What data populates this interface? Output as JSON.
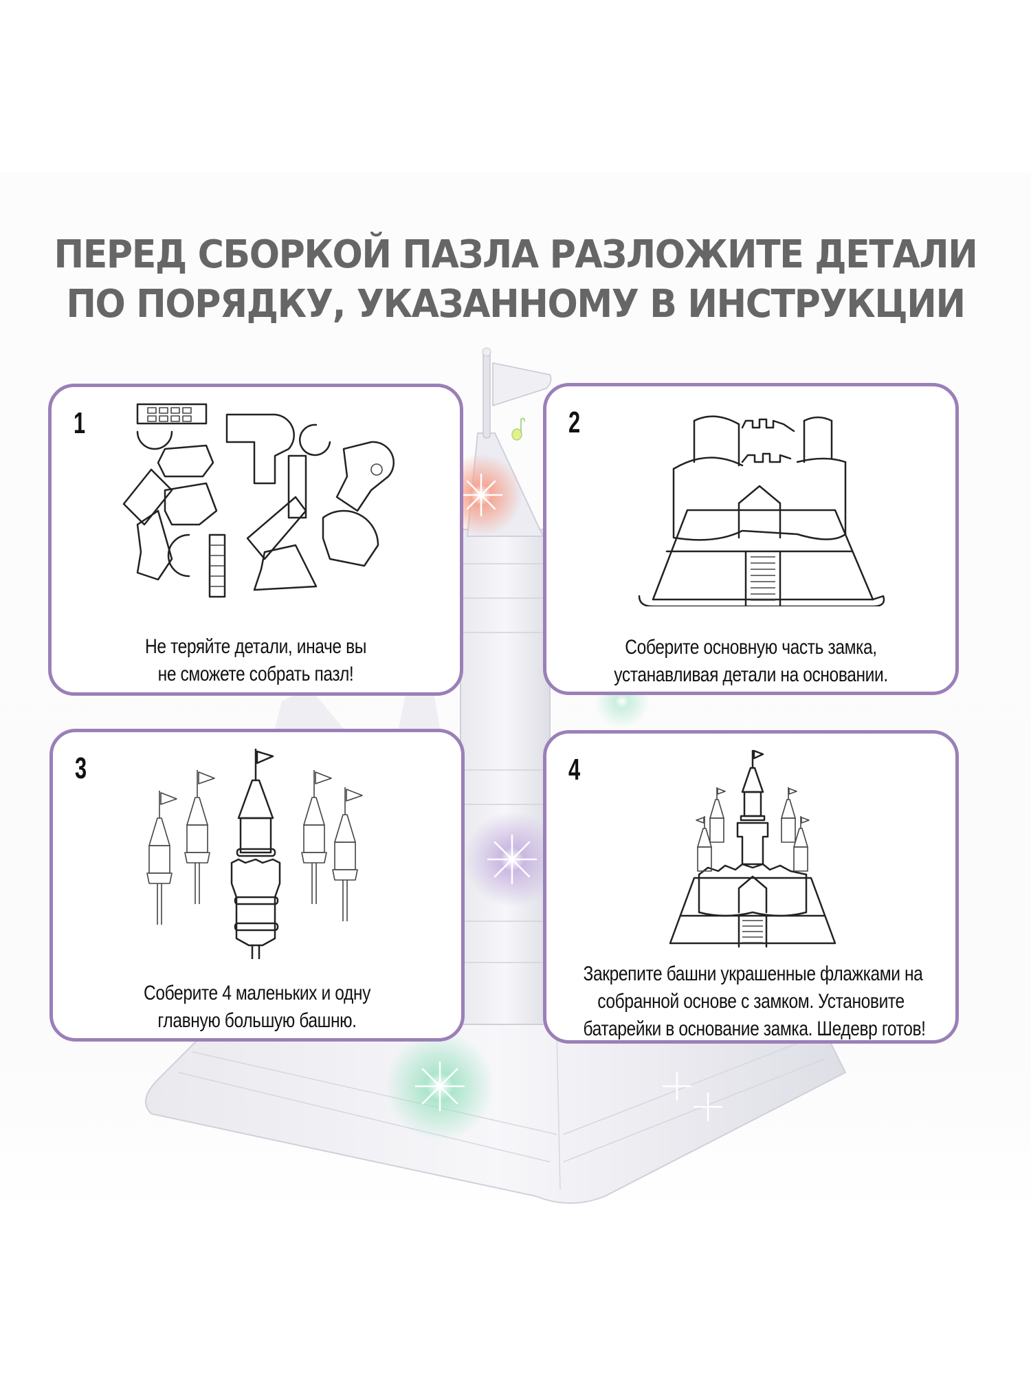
{
  "title": {
    "line1": "ПЕРЕД СБОРКОЙ ПАЗЛА РАЗЛОЖИТЕ ДЕТАЛИ",
    "line2": "ПО ПОРЯДКУ, УКАЗАННОМУ В ИНСТРУКЦИИ"
  },
  "colors": {
    "card_border": "#9b7fb8",
    "title_text": "#666666",
    "caption_text": "#111111",
    "glow_red": "#f6a08c",
    "glow_purple": "#c6b2e0",
    "glow_green": "#9fe3c4",
    "note_icon": "#e6f08a"
  },
  "steps": [
    {
      "number": "1",
      "illustration": "puzzle-pieces-icon",
      "caption": [
        "Не теряйте детали, иначе вы",
        "не сможете собрать пазл!"
      ]
    },
    {
      "number": "2",
      "illustration": "castle-base-icon",
      "caption": [
        "Соберите основную часть замка,",
        "устанавливая детали на основании."
      ]
    },
    {
      "number": "3",
      "illustration": "towers-icon",
      "caption": [
        "Соберите 4 маленьких и одну",
        "главную большую башню."
      ]
    },
    {
      "number": "4",
      "illustration": "finished-castle-icon",
      "caption": [
        "Закрепите башни украшенные флажками на",
        "собранной основе с замком. Установите",
        "батарейки в основание замка. Шедевр готов!"
      ]
    }
  ],
  "background": {
    "image": "crystal-castle-icon",
    "decorations": [
      "flag-icon",
      "music-note-icon",
      "sparkle-icon"
    ]
  }
}
